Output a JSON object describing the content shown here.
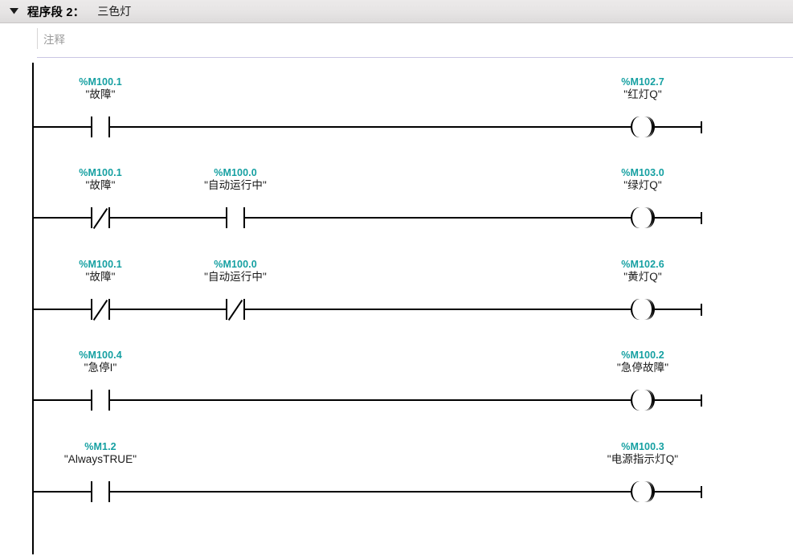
{
  "header": {
    "collapse_icon": "triangle-down-icon",
    "title": "程序段 2：",
    "name": "三色灯"
  },
  "comment": {
    "placeholder": "注释"
  },
  "colors": {
    "address_text": "#16a0a2",
    "symbol_text": "#1a1a1a",
    "wire": "#000000",
    "header_bg": "#e6e4e4",
    "divider": "#c9c6e4"
  },
  "ladder": {
    "rungs": [
      {
        "index": 1,
        "contacts": [
          {
            "address": "%M100.1",
            "symbol": "\"故障\"",
            "type": "NO"
          }
        ],
        "coil": {
          "address": "%M102.7",
          "symbol": "\"红灯Q\"",
          "type": "coil"
        }
      },
      {
        "index": 2,
        "contacts": [
          {
            "address": "%M100.1",
            "symbol": "\"故障\"",
            "type": "NC"
          },
          {
            "address": "%M100.0",
            "symbol": "\"自动运行中\"",
            "type": "NO"
          }
        ],
        "coil": {
          "address": "%M103.0",
          "symbol": "\"绿灯Q\"",
          "type": "coil"
        }
      },
      {
        "index": 3,
        "contacts": [
          {
            "address": "%M100.1",
            "symbol": "\"故障\"",
            "type": "NC"
          },
          {
            "address": "%M100.0",
            "symbol": "\"自动运行中\"",
            "type": "NC"
          }
        ],
        "coil": {
          "address": "%M102.6",
          "symbol": "\"黄灯Q\"",
          "type": "coil"
        }
      },
      {
        "index": 4,
        "contacts": [
          {
            "address": "%M100.4",
            "symbol": "\"急停I\"",
            "type": "NO"
          }
        ],
        "coil": {
          "address": "%M100.2",
          "symbol": "\"急停故障\"",
          "type": "coil"
        }
      },
      {
        "index": 5,
        "contacts": [
          {
            "address": "%M1.2",
            "symbol": "\"AlwaysTRUE\"",
            "type": "NO"
          }
        ],
        "coil": {
          "address": "%M100.3",
          "symbol": "\"电源指示灯Q\"",
          "type": "coil"
        }
      }
    ]
  }
}
